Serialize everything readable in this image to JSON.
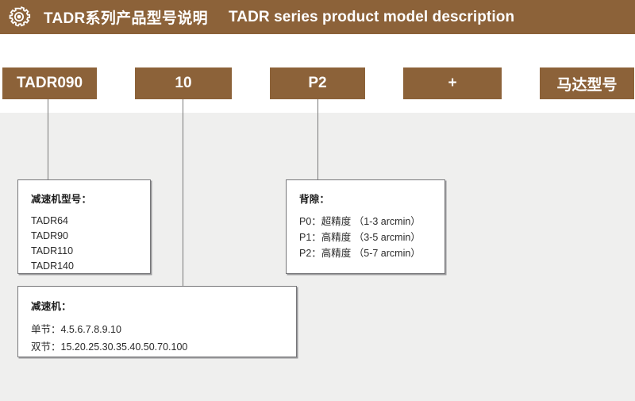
{
  "header": {
    "icon": "gear-icon",
    "title_cn": "TADR系列产品型号说明",
    "title_en": "TADR series product model description",
    "background_color": "#8C6239",
    "text_color": "#FFFFFF"
  },
  "model_boxes": [
    {
      "label": "TADR090",
      "name": "model-code-box-series"
    },
    {
      "label": "10",
      "name": "model-code-box-ratio"
    },
    {
      "label": "P2",
      "name": "model-code-box-backlash"
    },
    {
      "label": "+",
      "name": "model-code-box-plus"
    },
    {
      "label": "马达型号",
      "name": "model-code-box-motor-model"
    }
  ],
  "info_boxes": {
    "reducer_model": {
      "title": "减速机型号：",
      "lines": [
        "TADR64",
        "TADR90",
        "TADR110",
        "TADR140"
      ]
    },
    "backlash": {
      "title": "背隙：",
      "lines": [
        "P0：超精度 （1-3 arcmin）",
        "P1：高精度 （3-5 arcmin）",
        "P2：高精度 （5-7 arcmin）"
      ]
    },
    "ratio": {
      "title": "减速机：",
      "lines": [
        "单节：4.5.6.7.8.9.10",
        "双节：15.20.25.30.35.40.50.70.100"
      ]
    }
  },
  "colors": {
    "brand_brown": "#8C6239",
    "panel_gray": "#EFEFEE",
    "box_border": "#77777A",
    "connector_line": "#7A7A7A"
  }
}
